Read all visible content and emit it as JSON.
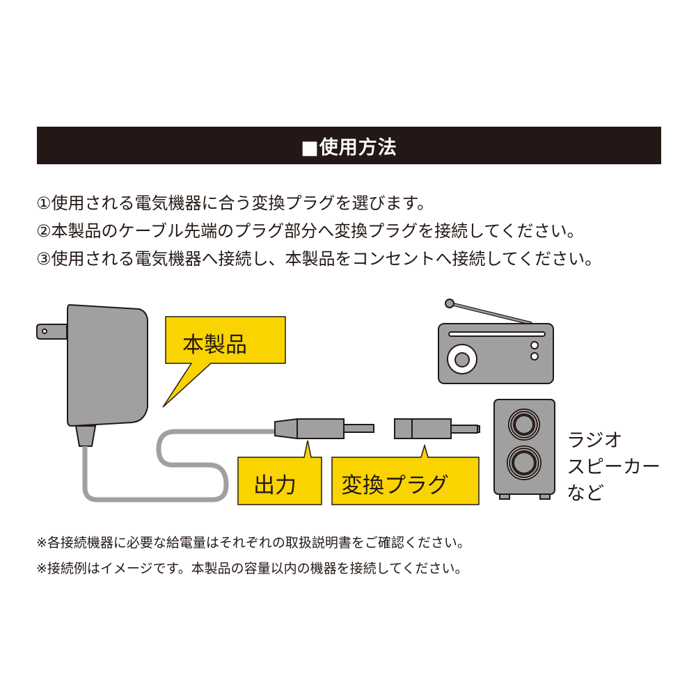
{
  "header": {
    "title": "■使用方法"
  },
  "steps": [
    "①使用される電気機器に合う変換プラグを選びます。",
    "②本製品のケーブル先端のプラグ部分へ変換プラグを接続してください。",
    "③使用される電気機器へ接続し、本製品をコンセントへ接続してください。"
  ],
  "diagram": {
    "product_label": "本製品",
    "output_label": "出力",
    "adapter_plug_label": "変換プラグ",
    "devices": [
      "ラジオ",
      "スピーカー",
      "など"
    ],
    "colors": {
      "device_gray": "#a0a0a0",
      "outline": "#231815",
      "callout_yellow": "#f9d400"
    }
  },
  "notes": [
    "※各接続機器に必要な給電量はそれぞれの取扱説明書をご確認ください。",
    "※接続例はイメージです。本製品の容量以内の機器を接続してください。"
  ]
}
